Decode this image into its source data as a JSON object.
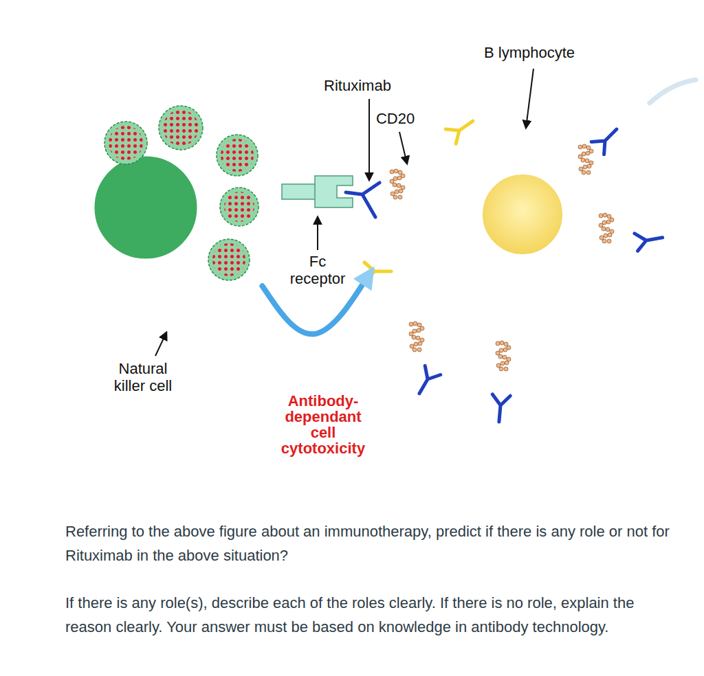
{
  "diagram": {
    "nodes": [
      {
        "text": [
          "Natural killer cell"
        ]
      },
      {
        "text": [
          "B lymphocyte"
        ]
      }
    ],
    "edges": [
      {
        "from": 0,
        "to": 1,
        "arrow": "to",
        "label": "Antibody- dependant cell cytotoxicity"
      }
    ],
    "labels": [
      "Rituximab",
      "CD20",
      "Fc receptor",
      "Referring to the above figure about an immunotherapy, predict if there is any role or not for Rituximab in the above situation?",
      "If there is any role(s), describe each of the roles clearly. If there is no role, explain the reason clearly. Your answer must be based on knowledge in antibody technology."
    ]
  }
}
